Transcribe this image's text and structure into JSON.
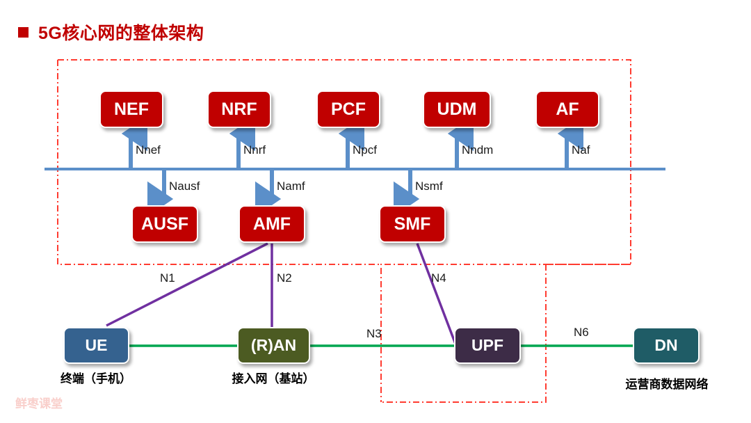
{
  "title": {
    "text": "5G核心网的整体架构",
    "bullet_color": "#C00000",
    "text_color": "#C00000"
  },
  "colors": {
    "nf_box": "#C00000",
    "ue_box": "#35628F",
    "ran_box": "#4C5B22",
    "upf_box": "#3D2C47",
    "dn_box": "#1F5C66",
    "bus_line": "#5B8FC9",
    "service_link": "#00A650",
    "reference_link": "#7030A0",
    "boundary": "#FF3B30",
    "watermark": "#F9CFCB"
  },
  "sbi_bus": {
    "label": "",
    "upper_nodes": [
      {
        "id": "nef",
        "label": "NEF",
        "interface": "Nnef"
      },
      {
        "id": "nrf",
        "label": "NRF",
        "interface": "Nnrf"
      },
      {
        "id": "pcf",
        "label": "PCF",
        "interface": "Npcf"
      },
      {
        "id": "udm",
        "label": "UDM",
        "interface": "Nndm"
      },
      {
        "id": "af",
        "label": "AF",
        "interface": "Naf"
      }
    ],
    "lower_nodes": [
      {
        "id": "ausf",
        "label": "AUSF",
        "interface": "Nausf"
      },
      {
        "id": "amf",
        "label": "AMF",
        "interface": "Namf"
      },
      {
        "id": "smf",
        "label": "SMF",
        "interface": "Nsmf"
      }
    ]
  },
  "data_plane": {
    "nodes": [
      {
        "id": "ue",
        "label": "UE",
        "caption": "终端（手机）"
      },
      {
        "id": "ran",
        "label": "(R)AN",
        "caption": "接入网（基站）"
      },
      {
        "id": "upf",
        "label": "UPF",
        "caption": ""
      },
      {
        "id": "dn",
        "label": "DN",
        "caption": "运营商数据网络"
      }
    ],
    "links": [
      {
        "id": "n1",
        "label": "N1",
        "from": "amf",
        "to": "ue",
        "style": "reference"
      },
      {
        "id": "n2",
        "label": "N2",
        "from": "amf",
        "to": "ran",
        "style": "reference"
      },
      {
        "id": "n3",
        "label": "N3",
        "from": "ran",
        "to": "upf",
        "style": "service"
      },
      {
        "id": "n4",
        "label": "N4",
        "from": "smf",
        "to": "upf",
        "style": "reference"
      },
      {
        "id": "n6",
        "label": "N6",
        "from": "upf",
        "to": "dn",
        "style": "service"
      }
    ]
  },
  "watermark": "鲜枣课堂"
}
